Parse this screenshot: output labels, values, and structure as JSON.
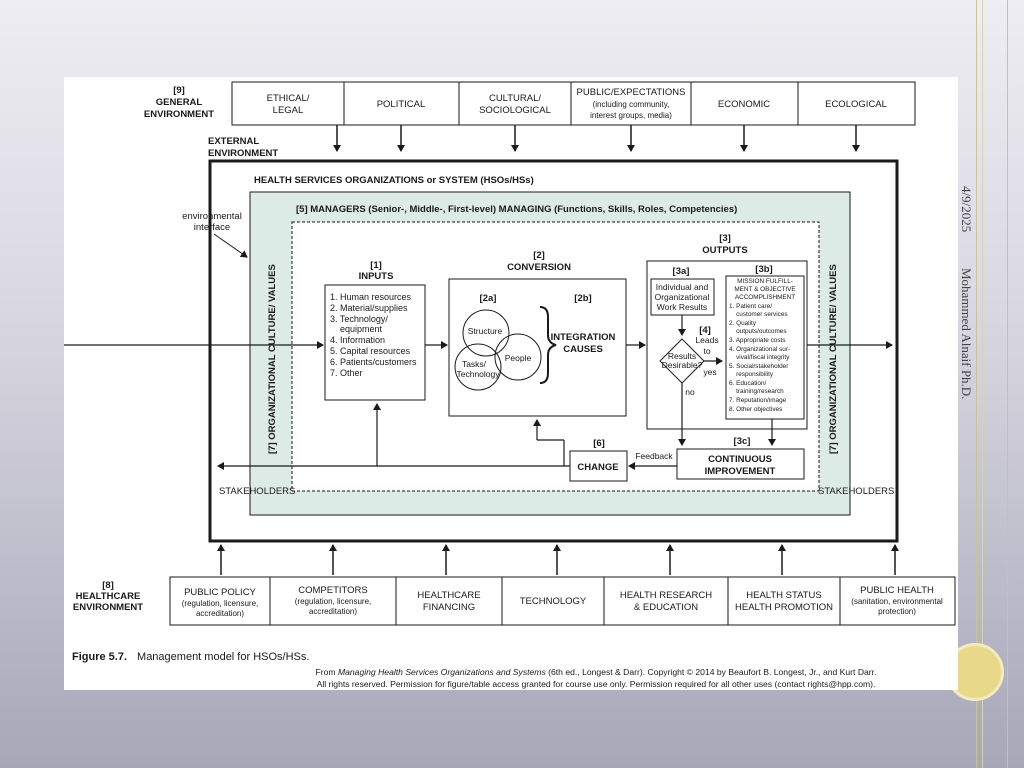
{
  "side": {
    "date": "4/9/2025",
    "author": "Mohammed Alnaif Ph.D."
  },
  "general_env": {
    "num": "[9]",
    "line1": "GENERAL",
    "line2": "ENVIRONMENT"
  },
  "general_boxes": [
    {
      "l1": "ETHICAL/",
      "l2": "LEGAL",
      "l3": ""
    },
    {
      "l1": "POLITICAL",
      "l2": "",
      "l3": ""
    },
    {
      "l1": "CULTURAL/",
      "l2": "SOCIOLOGICAL",
      "l3": ""
    },
    {
      "l1": "PUBLIC/EXPECTATIONS",
      "l2": "(including community,",
      "l3": "interest groups, media)"
    },
    {
      "l1": "ECONOMIC",
      "l2": "",
      "l3": ""
    },
    {
      "l1": "ECOLOGICAL",
      "l2": "",
      "l3": ""
    }
  ],
  "external_env": {
    "line1": "EXTERNAL",
    "line2": "ENVIRONMENT"
  },
  "hso_title": "HEALTH SERVICES ORGANIZATIONS or SYSTEM (HSOs/HSs)",
  "env_interface": {
    "line1": "environmental",
    "line2": "interface"
  },
  "managers": "[5] MANAGERS (Senior-, Middle-, First-level) MANAGING (Functions, Skills, Roles, Competencies)",
  "culture": "[7] ORGANIZATIONAL CULTURE/ VALUES",
  "inputs": {
    "num": "[1]",
    "title": "INPUTS",
    "items": [
      "1. Human resources",
      "2. Material/supplies",
      "3. Technology/",
      "    equipment",
      "4. Information",
      "5. Capital resources",
      "6. Patients/customers",
      "7. Other"
    ]
  },
  "conversion": {
    "num": "[2]",
    "title": "CONVERSION",
    "sub_a": "[2a]",
    "sub_b": "[2b]",
    "structure": "Structure",
    "people": "People",
    "tasks1": "Tasks/",
    "tasks2": "Technology",
    "integration1": "INTEGRATION",
    "integration2": "CAUSES"
  },
  "outputs": {
    "num": "[3]",
    "title": "OUTPUTS"
  },
  "out_3a": {
    "num": "[3a]",
    "l1": "Individual and",
    "l2": "Organizational",
    "l3": "Work Results"
  },
  "decision": {
    "num": "[4]",
    "l1": "Results",
    "l2": "Desirable?",
    "leads1": "Leads",
    "leads2": "to",
    "yes": "yes",
    "no": "no"
  },
  "out_3b": {
    "num": "[3b]",
    "lines": [
      "MISSION FULFILL-",
      "MENT & OBJECTIVE",
      "ACCOMPLISHMENT",
      "1. Patient care/",
      "    customer services",
      "2. Quality",
      "    outputs/outcomes",
      "3. Appropriate costs",
      "4. Organizational sur-",
      "    vival/fiscal integrity",
      "5. Social/stakeholder",
      "    responsibility",
      "6. Education/",
      "    training/research",
      "7. Reputation/image",
      "8. Other objectives"
    ]
  },
  "change": {
    "num": "[6]",
    "label": "CHANGE"
  },
  "feedback": "Feedback",
  "continuous": {
    "num": "[3c]",
    "l1": "CONTINUOUS",
    "l2": "IMPROVEMENT"
  },
  "stakeholders_left": "STAKEHOLDERS",
  "stakeholders_right": "STAKEHOLDERS",
  "healthcare_env": {
    "num": "[8]",
    "line1": "HEALTHCARE",
    "line2": "ENVIRONMENT"
  },
  "healthcare_boxes": [
    {
      "l1": "PUBLIC POLICY",
      "l2": "(regulation, licensure,",
      "l3": "accreditation)"
    },
    {
      "l1": "COMPETITORS",
      "l2": "(regulation, licensure,",
      "l3": "accreditation)"
    },
    {
      "l1": "HEALTHCARE",
      "l2": "FINANCING",
      "l3": ""
    },
    {
      "l1": "TECHNOLOGY",
      "l2": "",
      "l3": ""
    },
    {
      "l1": "HEALTH RESEARCH",
      "l2": "& EDUCATION",
      "l3": ""
    },
    {
      "l1": "HEALTH STATUS",
      "l2": "HEALTH PROMOTION",
      "l3": ""
    },
    {
      "l1": "PUBLIC HEALTH",
      "l2": "(sanitation, environmental",
      "l3": "protection)"
    }
  ],
  "figure": {
    "label": "Figure 5.7.",
    "caption": "Management model for HSOs/HSs.",
    "credit_pre": "From ",
    "credit_title": "Managing Health Services Organizations and Systems",
    "credit_post": " (6th ed., Longest & Darr). Copyright © 2014 by Beaufort B. Longest, Jr., and Kurt Darr.",
    "rights": "All rights reserved. Permission for figure/table access granted for course use only. Permission required for all other uses (contact rights@hpp.com)."
  },
  "colors": {
    "panel": "#dcebe6",
    "line": "#1a1a1a",
    "gold": "#e8d98a"
  }
}
